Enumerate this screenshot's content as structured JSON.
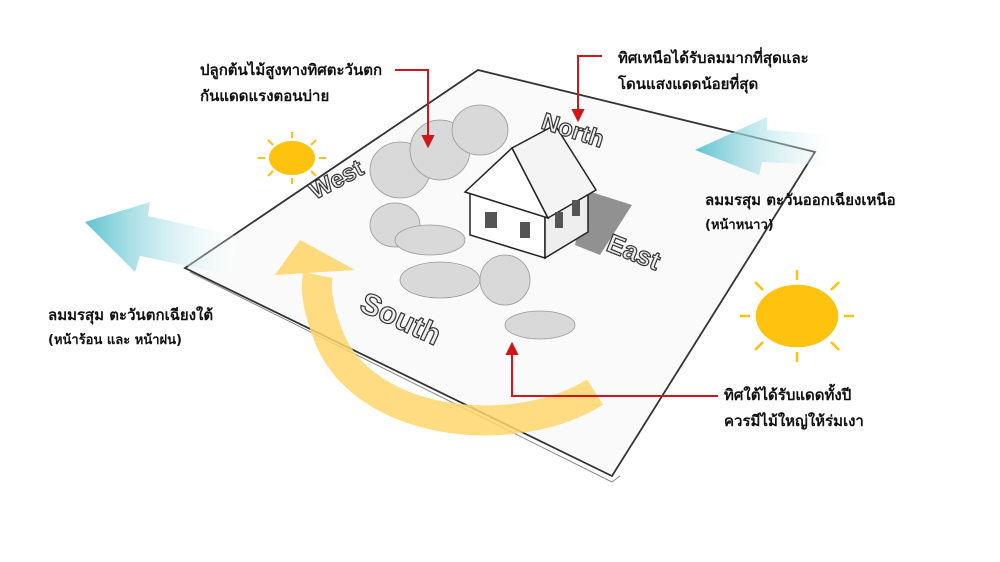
{
  "compass": {
    "north": "North",
    "west": "West",
    "east": "East",
    "south": "South"
  },
  "annotations": {
    "west_trees": [
      "ปลูกต้นไม้สูงทางทิศตะวันตก",
      "กันแดดแรงตอนบ่าย"
    ],
    "north": [
      "ทิศเหนือได้รับลมมากที่สุดและ",
      "โดนแสงแดดน้อยที่สุด"
    ],
    "ne_monsoon": [
      "ลมมรสุม ตะวันออกเฉียงเหนือ",
      "(หน้าหนาว)"
    ],
    "sw_monsoon": [
      "ลมมรสุม ตะวันตกเฉียงใต้",
      "(หน้าร้อน และ หน้าฝน)"
    ],
    "south": [
      "ทิศใต้ได้รับแดดทั้งปี",
      "ควรมีไม้ใหญ่ให้ร่มเงา"
    ]
  },
  "colors": {
    "leader": "#d0151b",
    "sun": "#ffc20e",
    "wind": "#7fd0d8",
    "sun_path": "#ffd66b"
  }
}
